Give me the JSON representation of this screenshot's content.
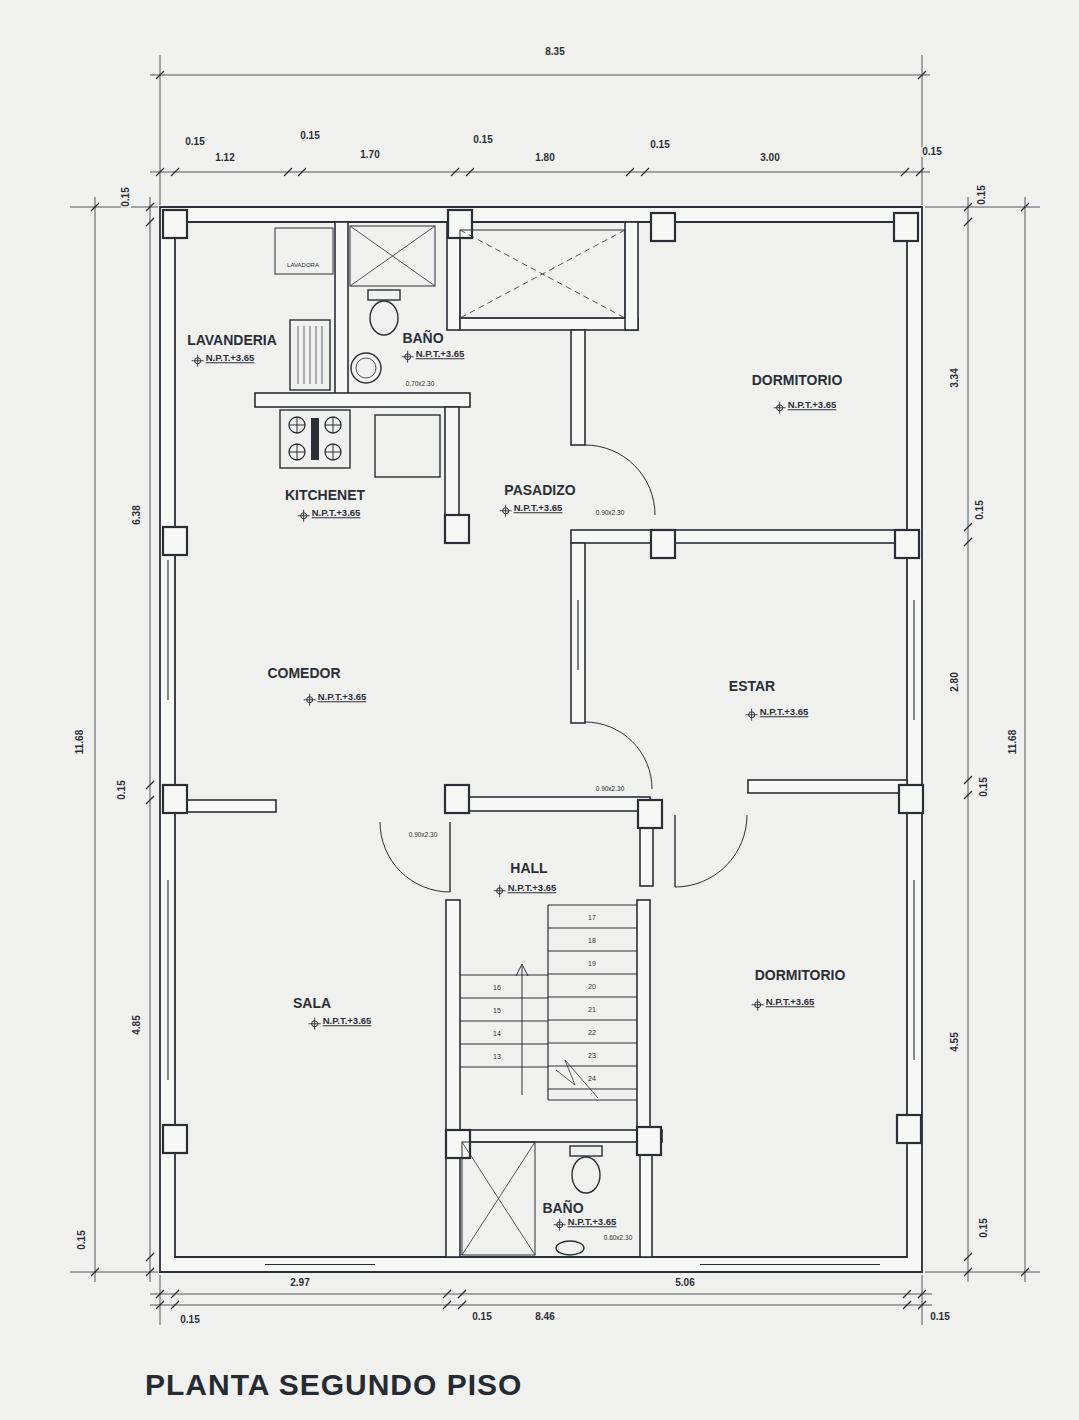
{
  "diagram": {
    "title": "PLANTA SEGUNDO PISO",
    "labels": [
      "8.35",
      "0.15",
      "1.12",
      "0.15",
      "1.70",
      "0.15",
      "1.80",
      "0.15",
      "3.00",
      "0.15",
      "0.15",
      "0.15",
      "3.34",
      "0.15",
      "2.80",
      "0.15",
      "11.68",
      "4.55",
      "0.15",
      "6.38",
      "11.68",
      "0.15",
      "4.85",
      "0.15",
      "2.97",
      "5.06",
      "0.15",
      "0.15",
      "8.46",
      "0.15",
      "LAVADORA",
      "LAVANDERIA",
      "N.P.T.+3.65",
      "BAÑO",
      "N.P.T.+3.65",
      "0.70x2.30",
      "DORMITORIO",
      "N.P.T.+3.65",
      "KITCHENET",
      "N.P.T.+3.65",
      "PASADIZO",
      "N.P.T.+3.65",
      "0.90x2.30",
      "COMEDOR",
      "N.P.T.+3.65",
      "ESTAR",
      "N.P.T.+3.65",
      "0.90x2.30",
      "0.90x2.30",
      "HALL",
      "N.P.T.+3.65",
      "DORMITORIO",
      "N.P.T.+3.65",
      "SALA",
      "N.P.T.+3.65",
      "BAÑO",
      "N.P.T.+3.65",
      "0.60x2.30",
      "17",
      "18",
      "19",
      "20",
      "21",
      "22",
      "23",
      "24",
      "16",
      "15",
      "14",
      "13"
    ]
  }
}
